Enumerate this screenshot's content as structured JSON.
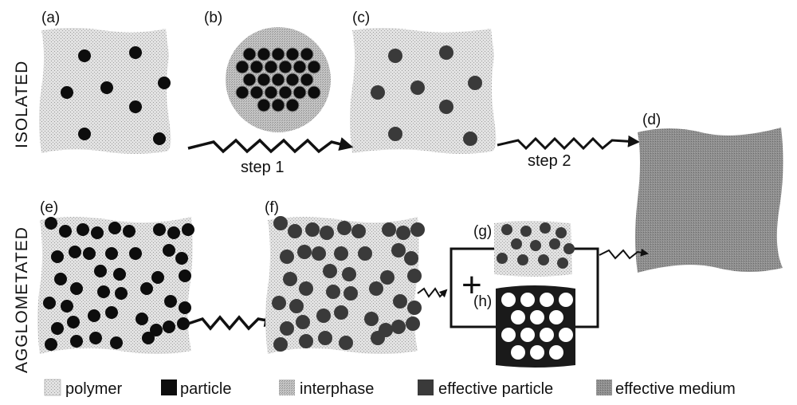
{
  "row_labels": {
    "top": "ISOLATED",
    "bottom": "AGGLOMETATED"
  },
  "panels": {
    "a": "(a)",
    "b": "(b)",
    "c": "(c)",
    "d": "(d)",
    "e": "(e)",
    "f": "(f)",
    "g": "(g)",
    "h": "(h)"
  },
  "steps": {
    "step1": "step 1",
    "step2": "step 2"
  },
  "plus": "+",
  "legend": [
    {
      "label": "polymer",
      "color": "#d6d6d6"
    },
    {
      "label": "particle",
      "color": "#0d0d0d"
    },
    {
      "label": "interphase",
      "color": "#bdbdbd"
    },
    {
      "label": "effective particle",
      "color": "#3a3a3a"
    },
    {
      "label": "effective medium",
      "color": "#8f8f8f"
    }
  ]
}
